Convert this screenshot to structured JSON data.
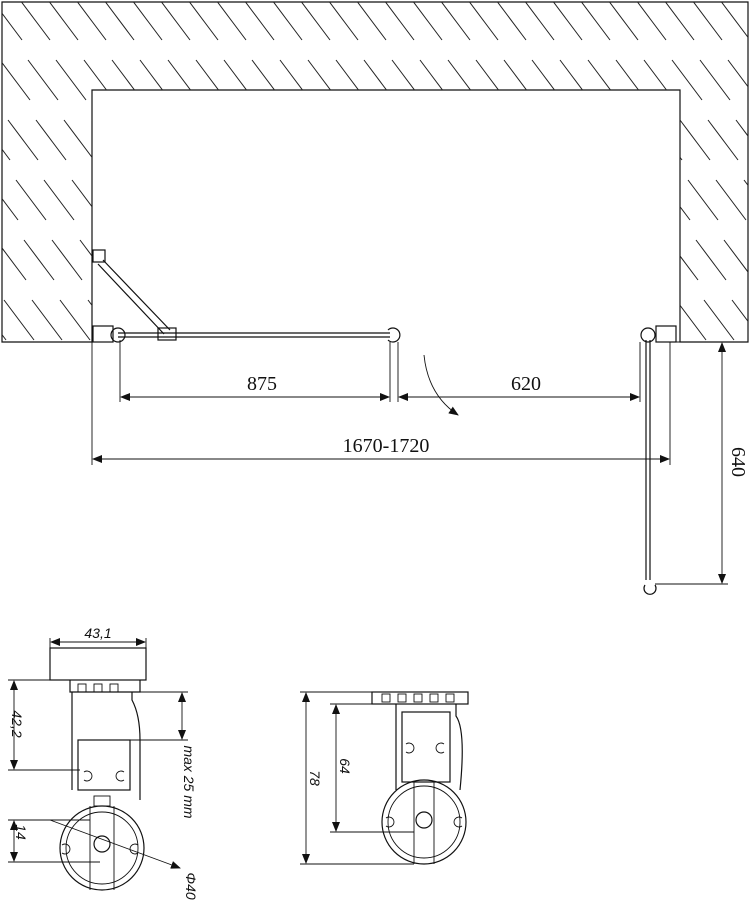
{
  "plan": {
    "dim_door_left": "875",
    "dim_door_right": "620",
    "dim_overall": "1670-1720",
    "dim_side": "640"
  },
  "profile_left": {
    "dim_width": "43,1",
    "dim_height": "42,2",
    "dim_adjust": "max 25 mm",
    "dim_offset": "14",
    "dim_diameter": "Φ40"
  },
  "profile_right": {
    "dim_inner": "64",
    "dim_total": "78"
  }
}
